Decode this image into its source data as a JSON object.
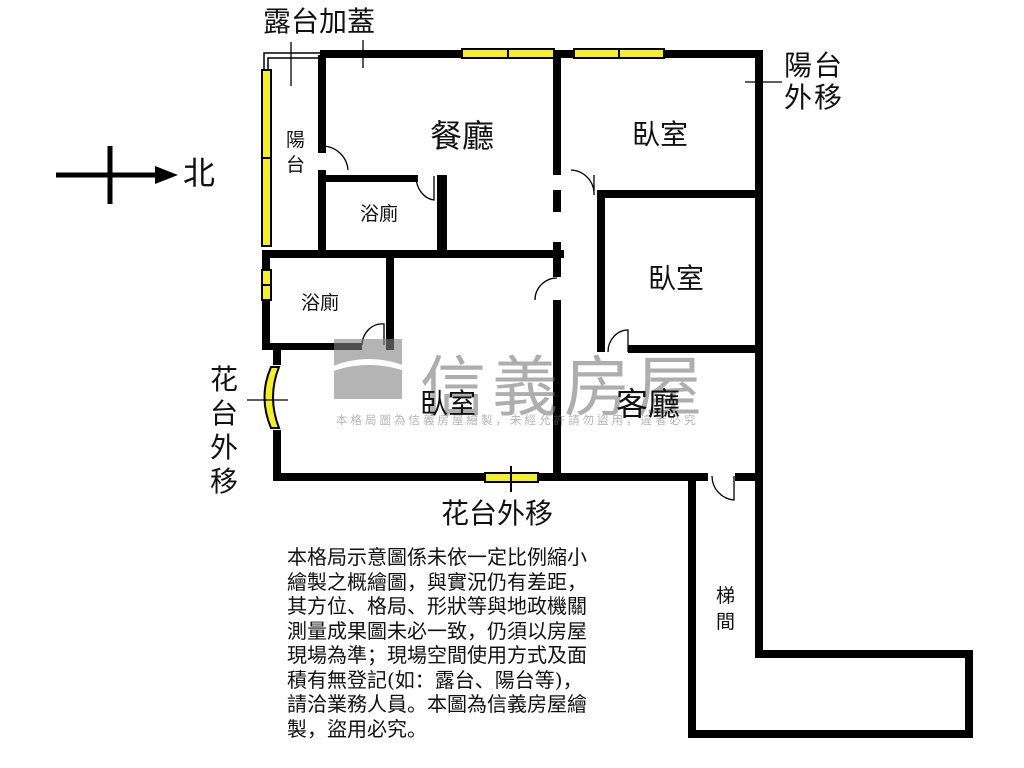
{
  "compass": {
    "label": "北",
    "icon": "arrow-right-icon"
  },
  "rooms": {
    "dining": "餐廳",
    "bedroom_ne": "臥室",
    "bedroom_e": "臥室",
    "bedroom_sw": "臥室",
    "living": "客廳",
    "bath_upper": "浴廁",
    "bath_lower": "浴廁",
    "balcony": "陽台",
    "stairwell": "梯間"
  },
  "annotations": {
    "terrace_addition": "露台加蓋",
    "balcony_moved_out": "陽台外移",
    "planter_moved_out_west": "花台外移",
    "planter_moved_out_south": "花台外移"
  },
  "watermark": {
    "brand": "信義房屋",
    "notice": "本格局圖為信義房屋繪製，未經允許請勿盜用，違者必究"
  },
  "disclaimer": {
    "lines": [
      "本格局示意圖係未依一定比例縮小",
      "繪製之概繪圖，與實況仍有差距，",
      "其方位、格局、形狀等與地政機關",
      "測量成果圖未必一致，仍須以房屋",
      "現場為準；現場空間使用方式及面",
      "積有無登記(如：露台、陽台等)，",
      "請洽業務人員。本圖為信義房屋繪",
      "製，盜用必究。"
    ]
  },
  "colors": {
    "wall": "#000000",
    "window": "#f4ef2a",
    "watermark": "#8a8a8a"
  }
}
